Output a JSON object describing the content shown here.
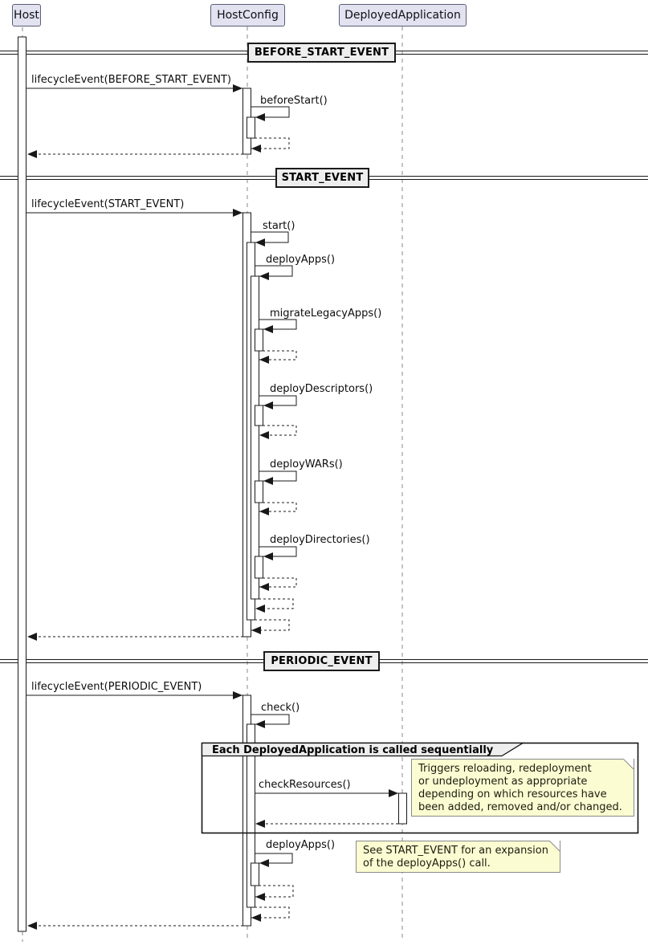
{
  "participants": [
    {
      "name": "Host"
    },
    {
      "name": "HostConfig"
    },
    {
      "name": "DeployedApplication"
    }
  ],
  "dividers": [
    "BEFORE_START_EVENT",
    "START_EVENT",
    "PERIODIC_EVENT"
  ],
  "messages": {
    "lifecycle_before_start": "lifecycleEvent(BEFORE_START_EVENT)",
    "before_start": "beforeStart()",
    "lifecycle_start": "lifecycleEvent(START_EVENT)",
    "start": "start()",
    "deploy_apps_1": "deployApps()",
    "migrate_legacy_apps": "migrateLegacyApps()",
    "deploy_descriptors": "deployDescriptors()",
    "deploy_wars": "deployWARs()",
    "deploy_directories": "deployDirectories()",
    "lifecycle_periodic": "lifecycleEvent(PERIODIC_EVENT)",
    "check": "check()",
    "check_resources": "checkResources()",
    "deploy_apps_2": "deployApps()"
  },
  "group": {
    "title": "Each DeployedApplication is called sequentially"
  },
  "notes": [
    {
      "lines": [
        "Triggers reloading, redeployment",
        "or undeployment as appropriate",
        "depending on which resources have",
        "been added, removed and/or changed."
      ]
    },
    {
      "lines": [
        "See START_EVENT for an expansion",
        "of the deployApps() call."
      ]
    }
  ],
  "colors": {
    "participant_fill": "#E2E2F0",
    "participant_border": "#5c5c77",
    "divider_fill": "#EEEEEE",
    "note_fill": "#FCFCD2",
    "note_border": "#8a8a8a",
    "group_header_fill": "#EEEEEE",
    "line": "#181818",
    "lifeline": "#8a8a8a"
  }
}
